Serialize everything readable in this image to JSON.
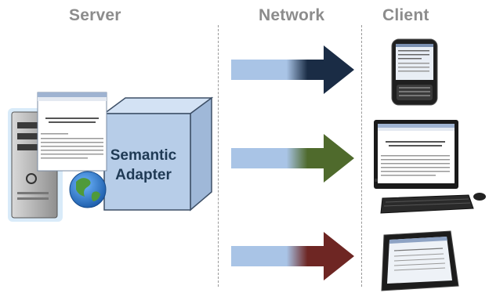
{
  "columns": {
    "server": "Server",
    "network": "Network",
    "client": "Client"
  },
  "adapter": {
    "line1": "Semantic",
    "line2": "Adapter"
  },
  "colors": {
    "arrow_top": "#1a2c45",
    "arrow_middle": "#4f6a2c",
    "arrow_bottom": "#6e2623",
    "arrow_start": "#a9c4e6",
    "adapter_box": "#b7cde8"
  },
  "icons": [
    "server-tower-icon",
    "globe-icon",
    "document-window-icon",
    "smartphone-icon",
    "desktop-monitor-icon",
    "keyboard-icon",
    "mouse-icon",
    "tablet-icon"
  ]
}
